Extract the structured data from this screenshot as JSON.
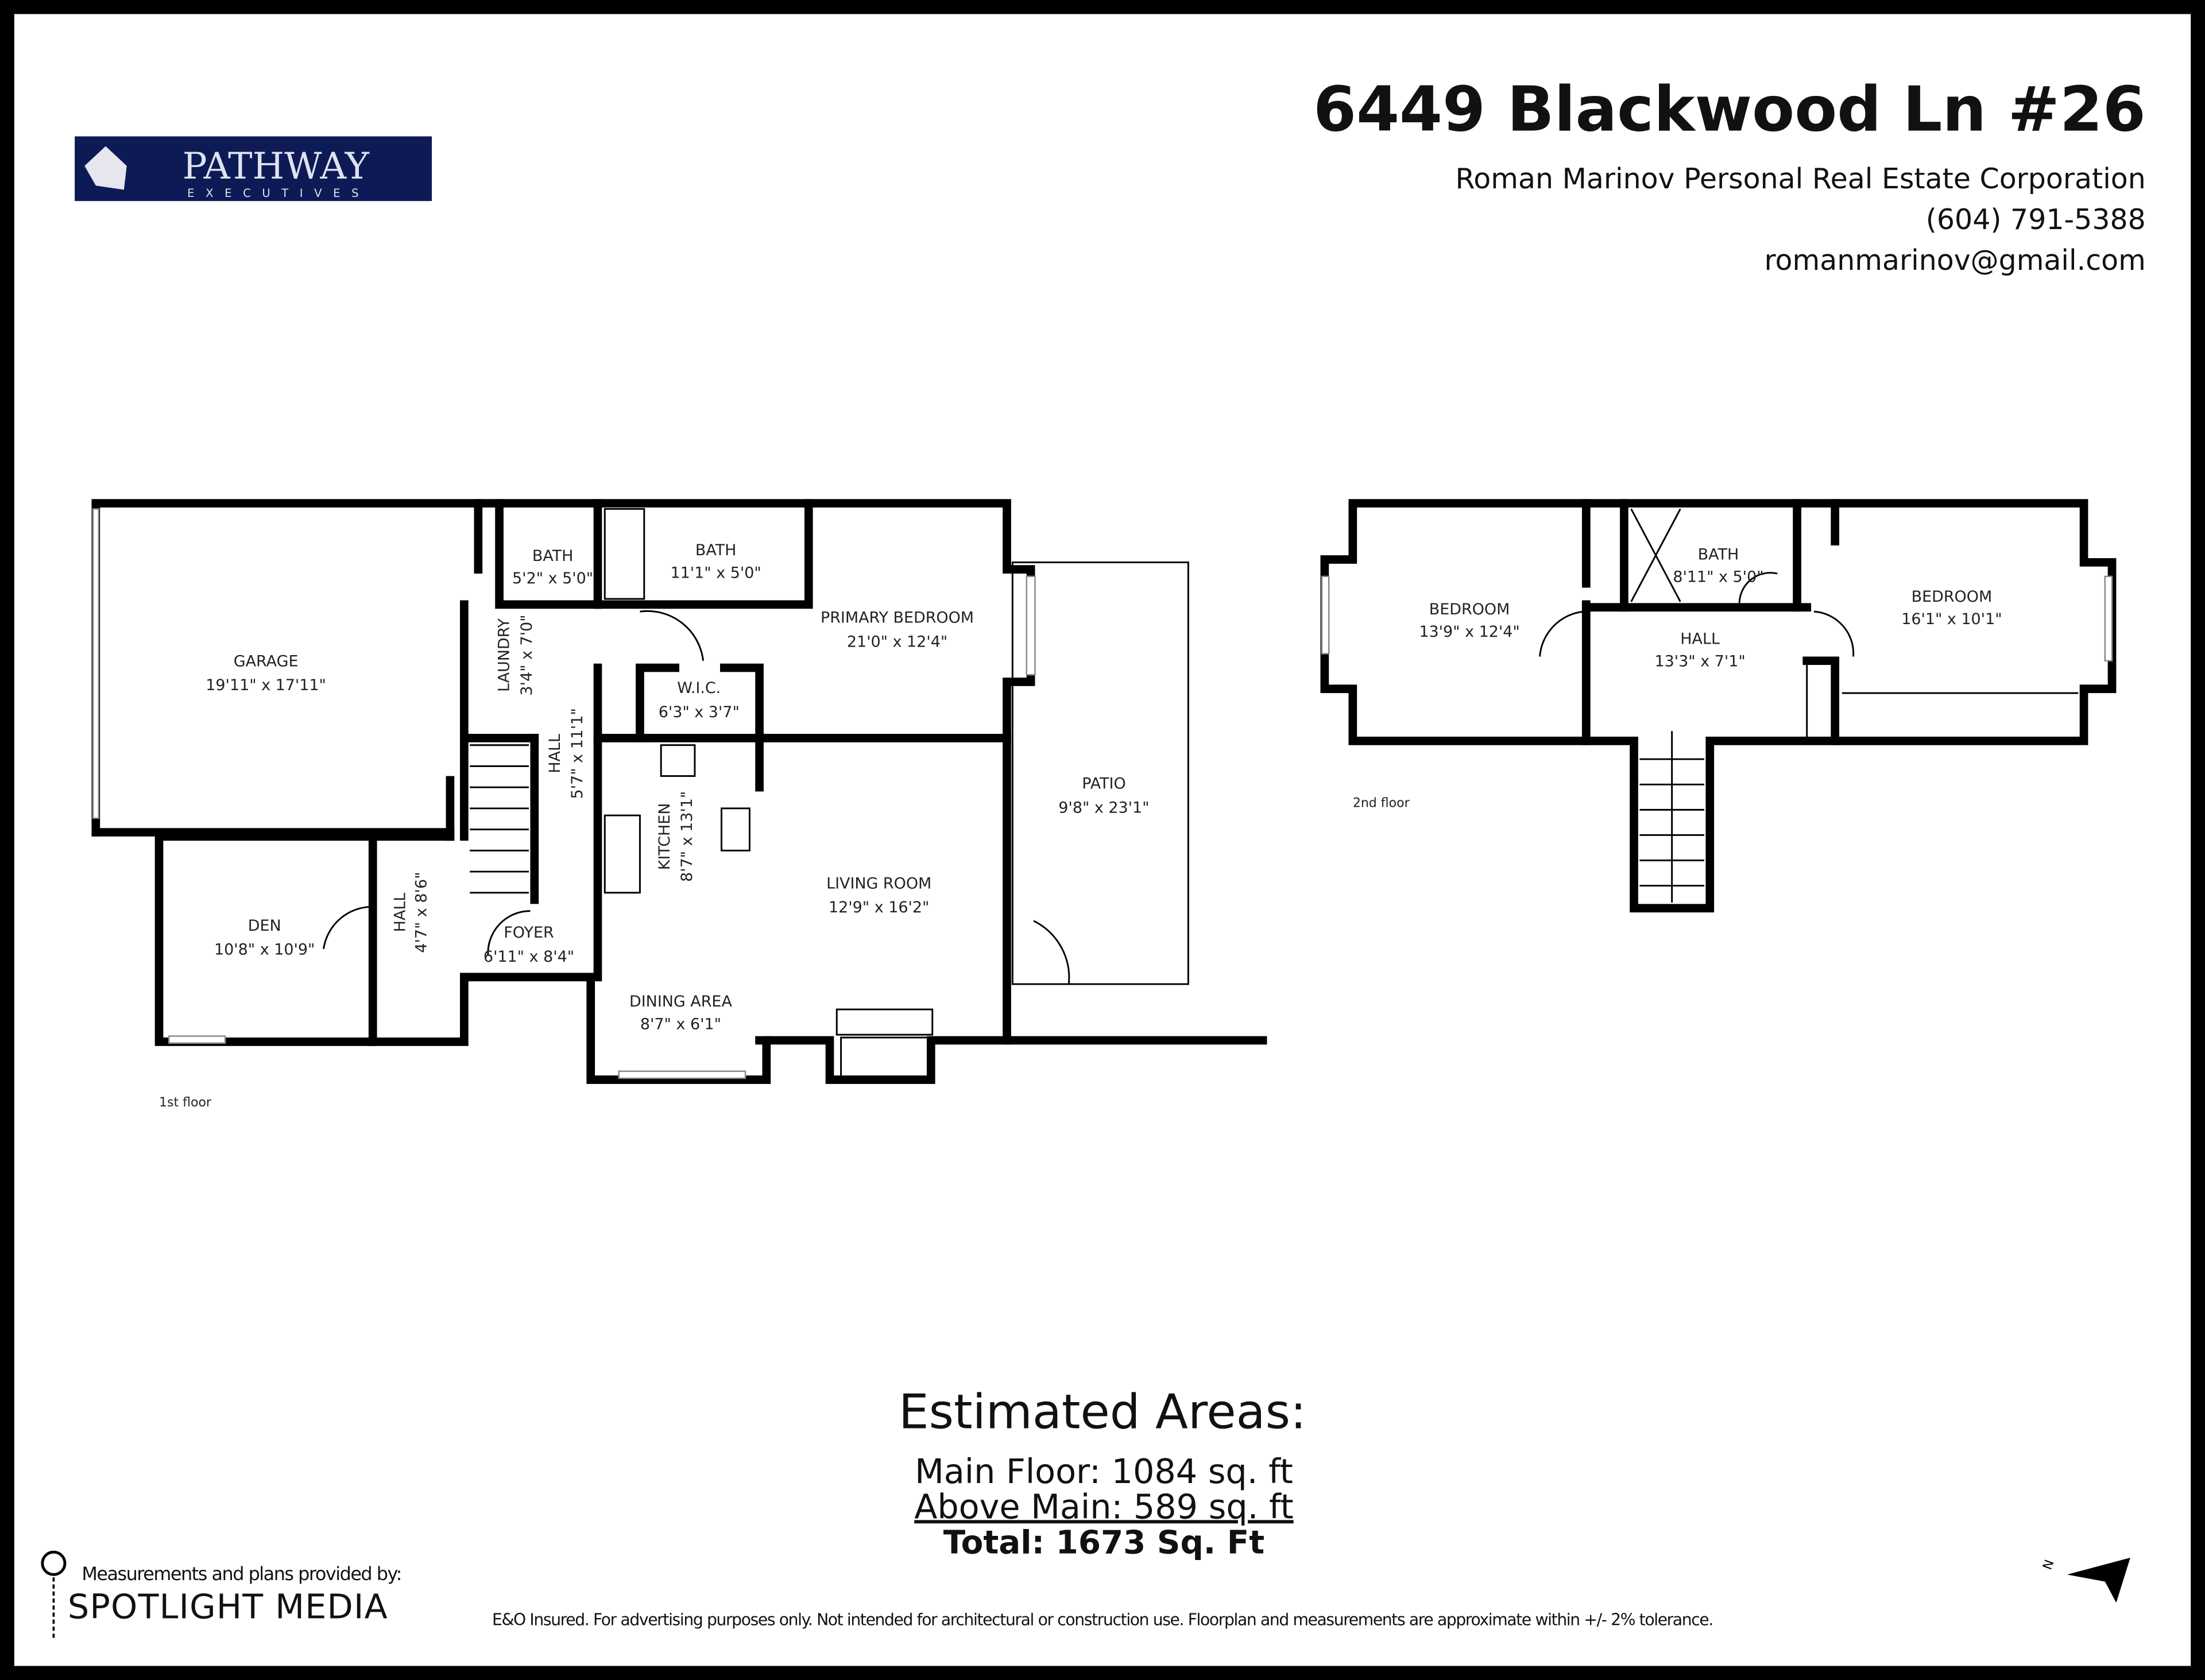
{
  "header": {
    "address": "6449 Blackwood Ln #26",
    "agent": "Roman Marinov Personal Real Estate Corporation",
    "phone": "(604) 791-5388",
    "email": "romanmarinov@gmail.com"
  },
  "logo": {
    "name": "PATHWAY",
    "tagline": "EXECUTIVES",
    "background": "#0d1a55"
  },
  "first_floor": {
    "label": "1st floor",
    "rooms": [
      {
        "name": "GARAGE",
        "size": "19'11\" x 17'11\""
      },
      {
        "name": "BATH",
        "size": "5'2\" x 5'0\""
      },
      {
        "name": "BATH",
        "size": "11'1\" x 5'0\""
      },
      {
        "name": "PRIMARY BEDROOM",
        "size": "21'0\" x 12'4\""
      },
      {
        "name": "LAUNDRY",
        "size": "3'4\" x 7'0\""
      },
      {
        "name": "W.I.C.",
        "size": "6'3\" x 3'7\""
      },
      {
        "name": "HALL",
        "size": "5'7\" x 11'1\""
      },
      {
        "name": "KITCHEN",
        "size": "8'7\" x 13'1\""
      },
      {
        "name": "PATIO",
        "size": "9'8\" x 23'1\""
      },
      {
        "name": "LIVING ROOM",
        "size": "12'9\" x 16'2\""
      },
      {
        "name": "DEN",
        "size": "10'8\" x 10'9\""
      },
      {
        "name": "HALL",
        "size": "4'7\" x 8'6\""
      },
      {
        "name": "FOYER",
        "size": "6'11\" x 8'4\""
      },
      {
        "name": "DINING AREA",
        "size": "8'7\" x 6'1\""
      }
    ]
  },
  "second_floor": {
    "label": "2nd floor",
    "rooms": [
      {
        "name": "BEDROOM",
        "size": "13'9\" x 12'4\""
      },
      {
        "name": "BATH",
        "size": "8'11\" x 5'0\""
      },
      {
        "name": "HALL",
        "size": "13'3\" x 7'1\""
      },
      {
        "name": "BEDROOM",
        "size": "16'1\" x 10'1\""
      }
    ]
  },
  "areas": {
    "title": "Estimated Areas:",
    "main": "Main Floor: 1084 sq. ft",
    "above": "Above Main: 589 sq. ft",
    "total": "Total: 1673 Sq. Ft"
  },
  "footer": {
    "provided_by": "Measurements and plans provided by:",
    "brand": "SPOTLIGHT MEDIA",
    "disclaimer": "E&O Insured. For advertising purposes only. Not intended for architectural or construction use. Floorplan and measurements are approximate within +/- 2% tolerance.",
    "compass": "N"
  }
}
